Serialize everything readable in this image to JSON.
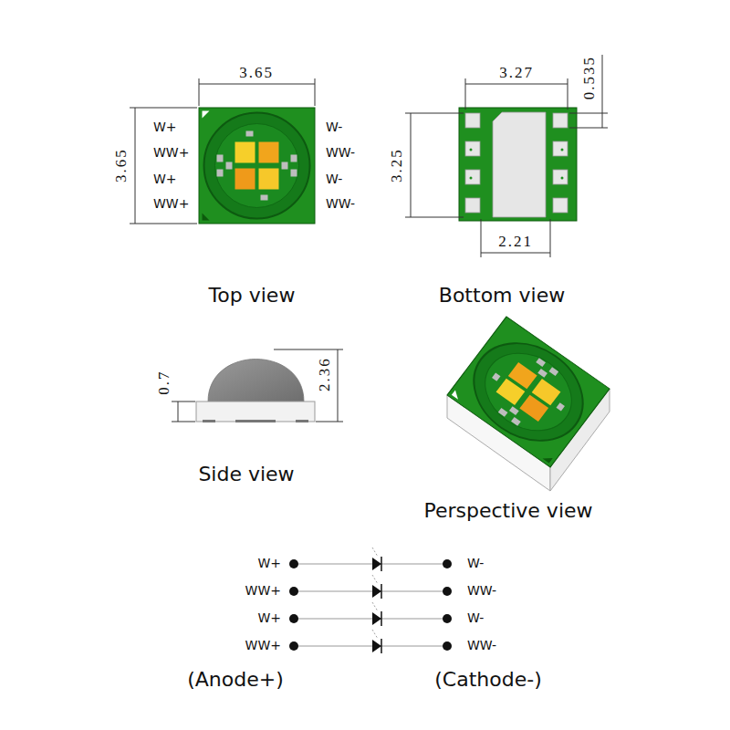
{
  "diagram": {
    "labels": [
      "3.65",
      "3.65",
      "W+",
      "WW+",
      "W+",
      "WW+",
      "W-",
      "WW-",
      "W-",
      "WW-",
      "3.27",
      "0.535",
      "3.25",
      "2.21",
      "Top view",
      "Bottom view",
      "0.7",
      "2.36",
      "Side view",
      "Perspective view",
      "W+",
      "WW+",
      "W+",
      "WW+",
      "W-",
      "WW-",
      "W-",
      "WW-",
      "(Anode+)",
      "(Cathode-)"
    ]
  }
}
